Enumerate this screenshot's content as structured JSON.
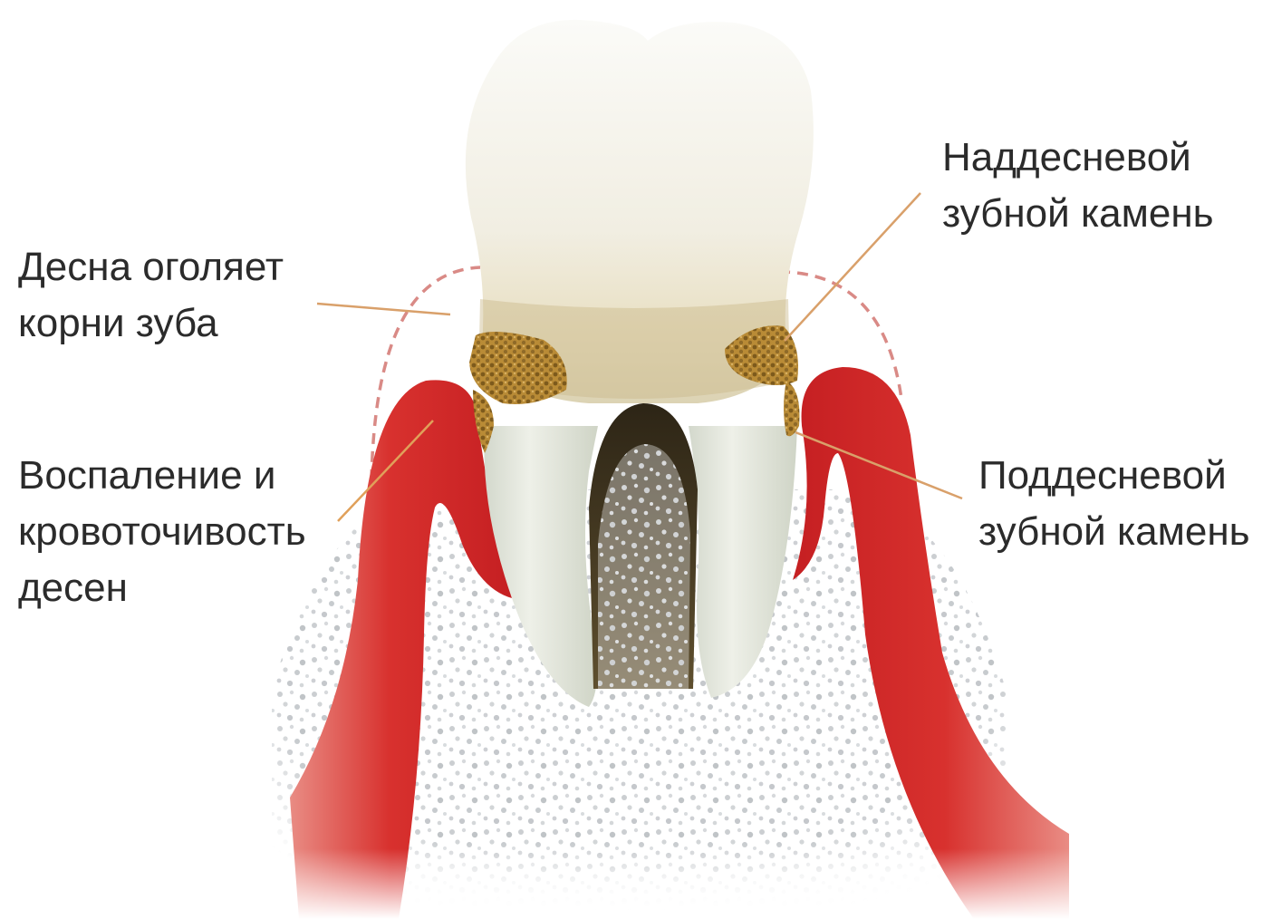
{
  "labels": {
    "gum_recession": [
      "Десна оголяет",
      "корни зуба"
    ],
    "inflammation": [
      "Воспаление и",
      "кровоточивость",
      "десен"
    ],
    "supragingival_calculus": [
      "Наддесневой",
      "зубной камень"
    ],
    "subgingival_calculus": [
      "Поддесневой",
      "зубной камень"
    ]
  },
  "colors": {
    "gum": "#d62a2a",
    "gum_light": "#e87a72",
    "tooth_enamel": "#f5f3ec",
    "tooth_root": "#e6e9de",
    "calculus": "#b88a3a",
    "bone_dots": "#bfc3c6",
    "leader_line": "#d9a06a",
    "receded_gum_outline": "#d98a86",
    "text": "#2b2b2b"
  }
}
